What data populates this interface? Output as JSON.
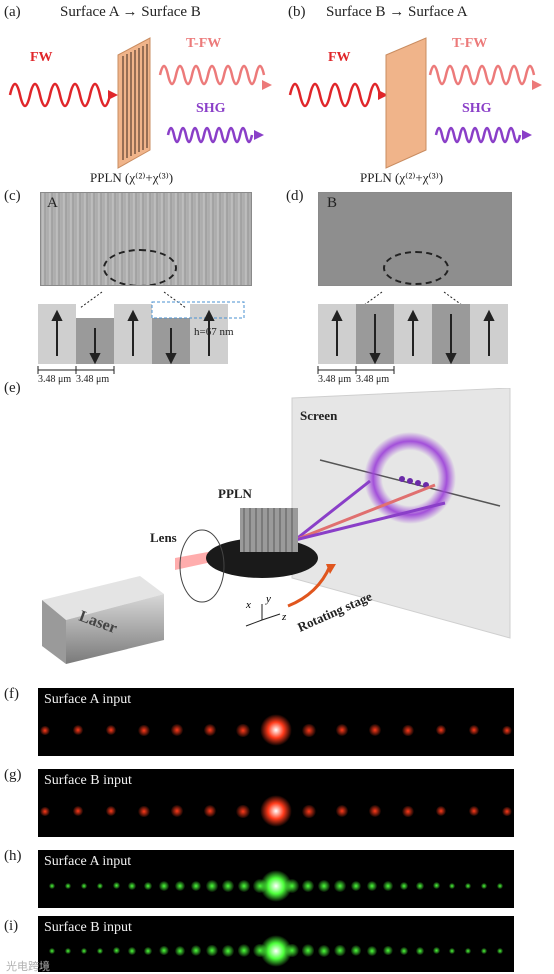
{
  "panels": {
    "a": {
      "label": "(a)",
      "title": "Surface A → Surface B",
      "fw": "FW",
      "tfw": "T-FW",
      "shg": "SHG",
      "crystal": "PPLN (χ⁽²⁾+χ⁽³⁾)"
    },
    "b": {
      "label": "(b)",
      "title": "Surface B → Surface A",
      "fw": "FW",
      "tfw": "T-FW",
      "shg": "SHG",
      "crystal": "PPLN (χ⁽²⁾+χ⁽³⁾)"
    },
    "c": {
      "label": "(c)",
      "image_label": "A",
      "height_note": "h=67 nm",
      "period1": "3.48 μm",
      "period2": "3.48 μm"
    },
    "d": {
      "label": "(d)",
      "image_label": "B",
      "period1": "3.48 μm",
      "period2": "3.48 μm"
    },
    "e": {
      "label": "(e)",
      "screen": "Screen",
      "ppln": "PPLN",
      "lens": "Lens",
      "laser": "Laser",
      "stage": "Rotating stage",
      "axis_x": "x",
      "axis_y": "y",
      "axis_z": "z"
    },
    "f": {
      "label": "(f)",
      "caption": "Surface A input",
      "color": "red"
    },
    "g": {
      "label": "(g)",
      "caption": "Surface B input",
      "color": "red"
    },
    "h": {
      "label": "(h)",
      "caption": "Surface A input",
      "color": "green"
    },
    "i": {
      "label": "(i)",
      "caption": "Surface B input",
      "color": "green"
    }
  },
  "colors": {
    "fw": "#e0262a",
    "tfw": "#ec7a7a",
    "shg": "#8a3fc8",
    "crystal": "#f0b48a",
    "red_spot": "#ff3a1a",
    "green_spot": "#4cff3a"
  },
  "watermark": "光电跨境"
}
